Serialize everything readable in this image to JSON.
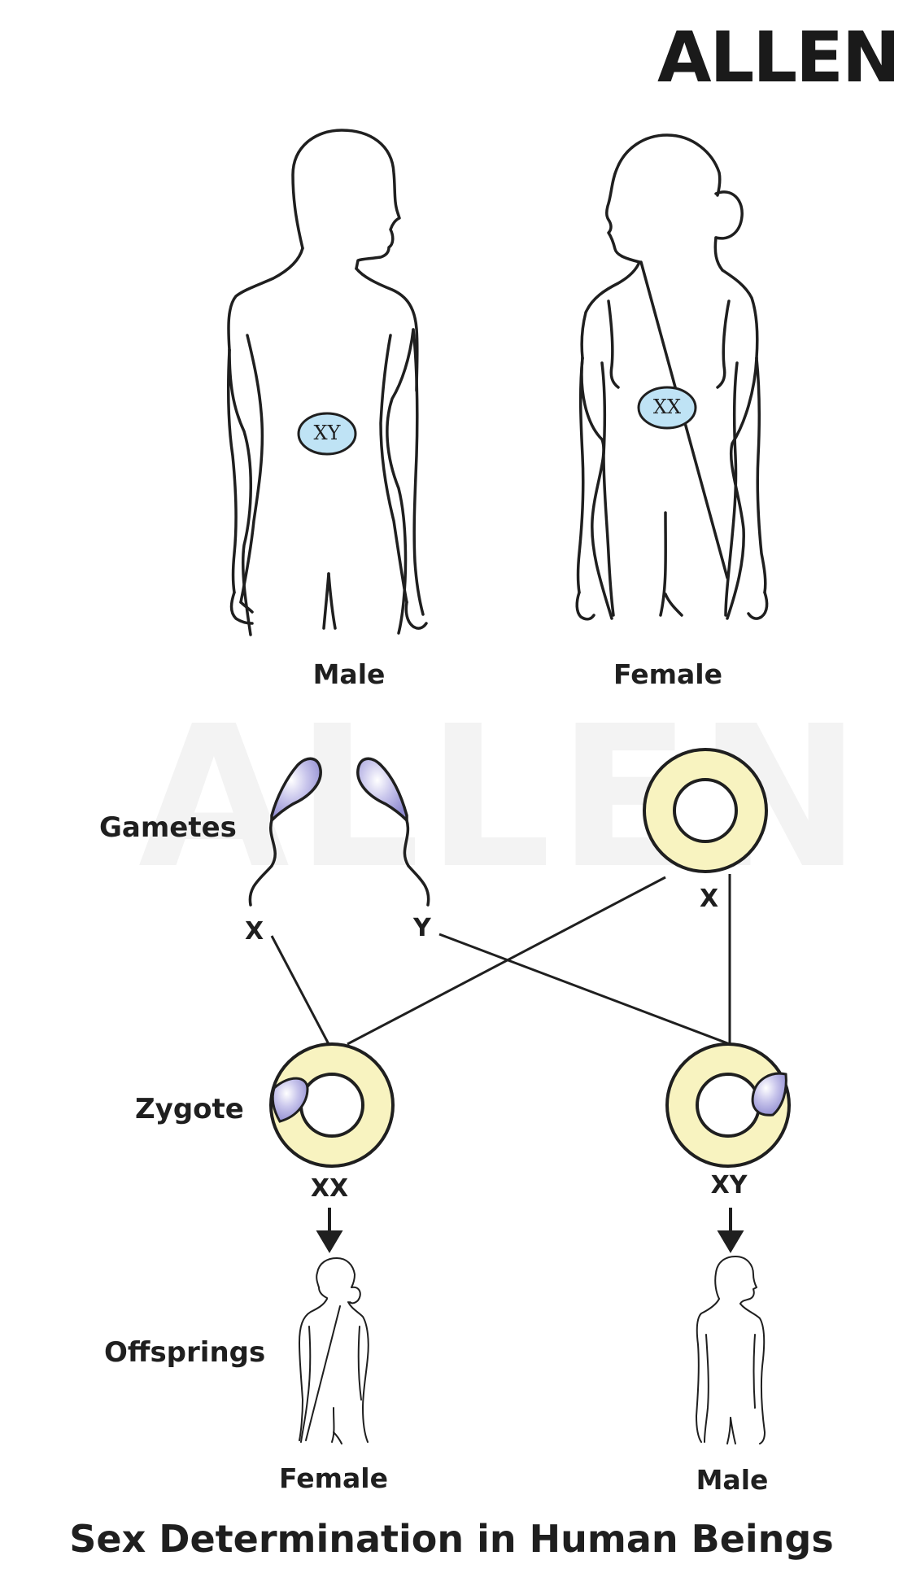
{
  "brand": {
    "logo_text": "ALLEN",
    "watermark_text": "ALLEN"
  },
  "parents": {
    "male": {
      "label": "Male",
      "chromosomes": "XY"
    },
    "female": {
      "label": "Female",
      "chromosomes": "XX"
    }
  },
  "rows": {
    "gametes": "Gametes",
    "zygote": "Zygote",
    "offsprings": "Offsprings"
  },
  "gametes": {
    "sperm_x": "X",
    "sperm_y": "Y",
    "egg": "X"
  },
  "zygotes": {
    "left": "XX",
    "right": "XY"
  },
  "offspring": {
    "left": "Female",
    "right": "Male"
  },
  "title": "Sex Determination in Human Beings",
  "colors": {
    "chromosome_fill": "#bfe3f5",
    "sperm_fill": "#c9c6ec",
    "egg_fill": "#f8f3c0",
    "stroke": "#1f1f1f"
  }
}
